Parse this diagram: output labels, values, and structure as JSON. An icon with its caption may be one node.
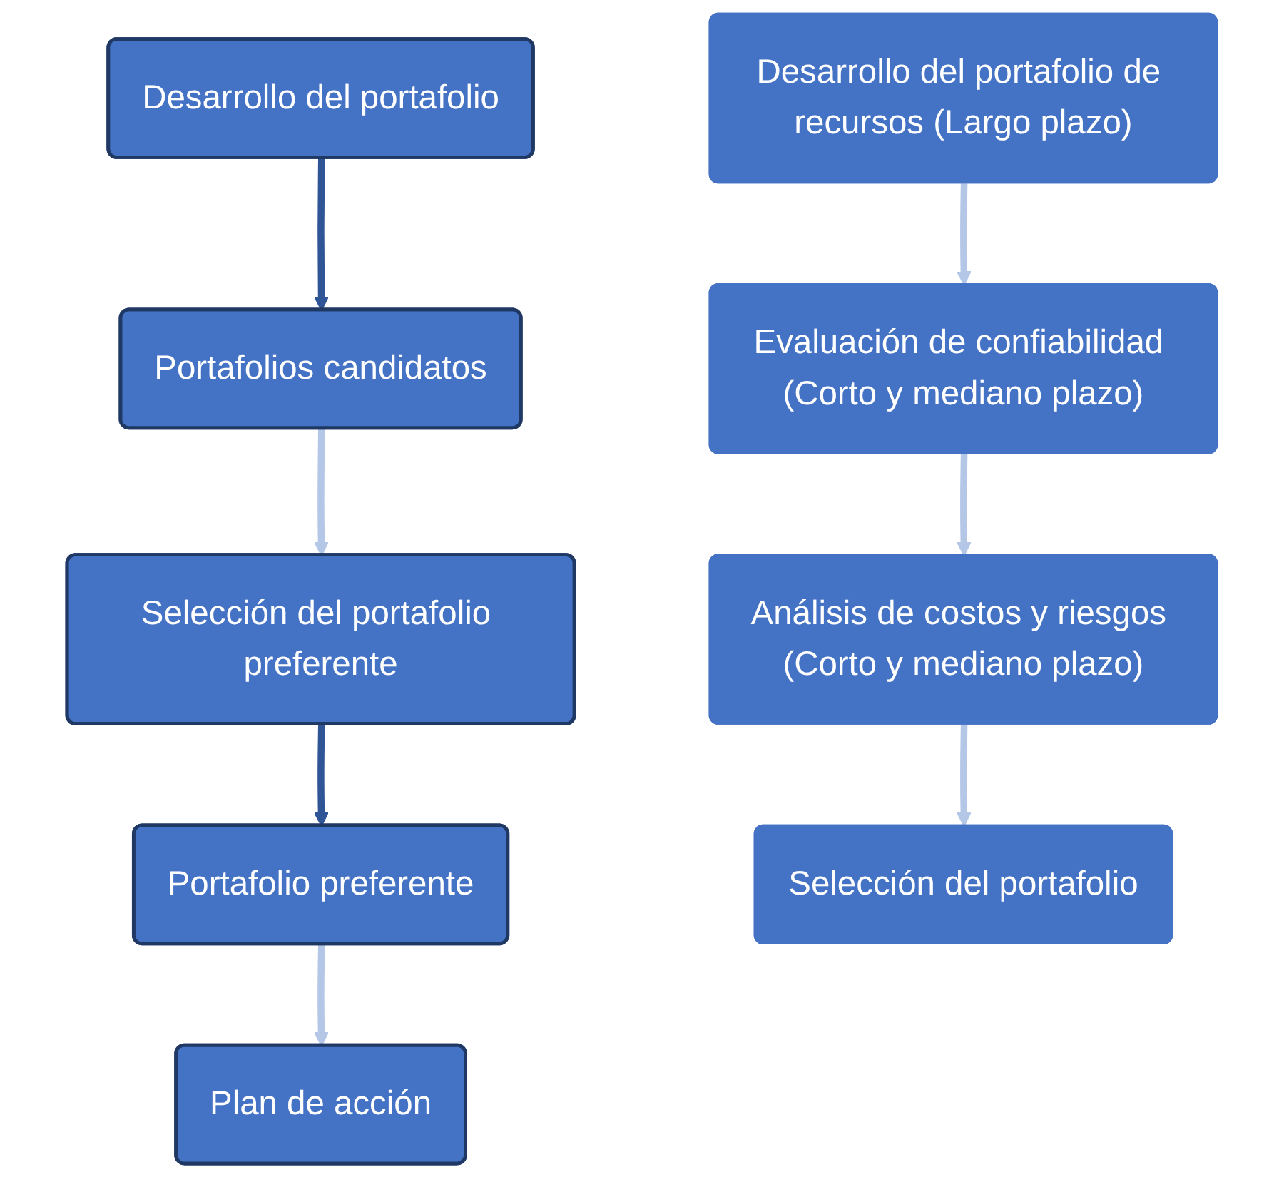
{
  "diagram": {
    "nodes": [
      {
        "text": [
          "Desarrollo del portafolio"
        ]
      },
      {
        "text": [
          "Portafolios candidatos"
        ]
      },
      {
        "text": [
          "Selección del portafolio preferente"
        ]
      },
      {
        "text": [
          "Portafolio preferente"
        ]
      },
      {
        "text": [
          "Plan de acción"
        ]
      },
      {
        "text": [
          "Desarrollo del portafolio de recursos (Largo plazo)"
        ]
      },
      {
        "text": [
          "Evaluación de confiabilidad (Corto y mediano plazo)"
        ]
      },
      {
        "text": [
          "Análisis de costos y riesgos (Corto y mediano plazo)"
        ]
      },
      {
        "text": [
          "Selección del portafolio"
        ]
      }
    ],
    "edges": [
      {
        "from": 0,
        "to": 1,
        "arrow": "to",
        "color": "#2f5597"
      },
      {
        "from": 1,
        "to": 2,
        "arrow": "to"
      },
      {
        "from": 2,
        "to": 3,
        "arrow": "to",
        "color": "#2f5597"
      },
      {
        "from": 3,
        "to": 4,
        "arrow": "to"
      },
      {
        "from": 5,
        "to": 6,
        "arrow": "to"
      },
      {
        "from": 6,
        "to": 7,
        "arrow": "to"
      },
      {
        "from": 7,
        "to": 8,
        "arrow": "to"
      }
    ]
  }
}
